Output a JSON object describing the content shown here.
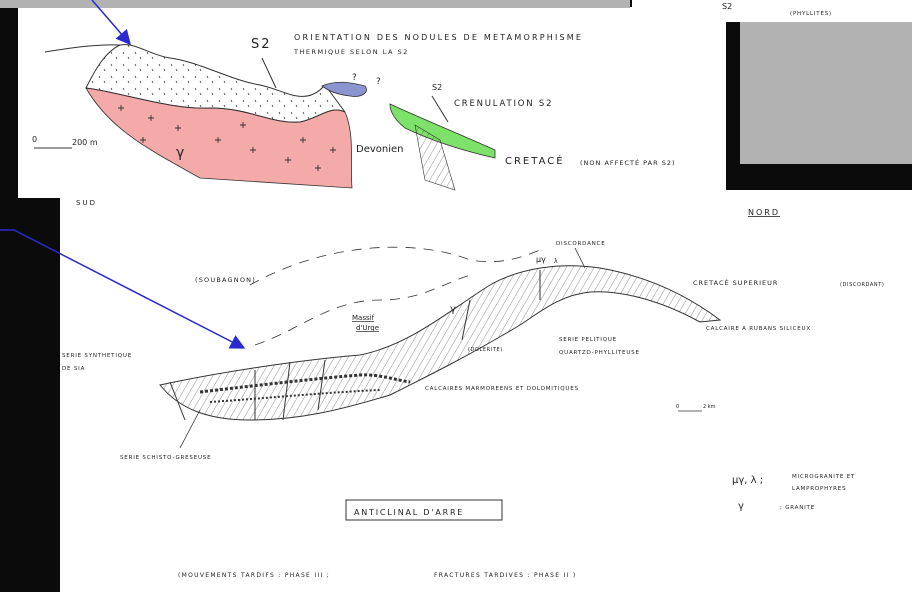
{
  "top_sketch": {
    "s2_label": "S2",
    "orientation_line1": "ORIENTATION DES NODULES DE METAMORPHISME",
    "orientation_line2": "THERMIQUE SELON LA S2",
    "question1": "?",
    "question2": "?",
    "s2_small": "S2",
    "crenulation": "CRENULATION S2",
    "devonien": "Devonien",
    "scale_zero": "0",
    "scale_value": "200 m",
    "gamma": "γ",
    "cretace": "CRETACÉ",
    "cretace_note": "(NON AFFECTÉ PAR S2)",
    "colors": {
      "granite": "#f4aaa8",
      "limestone": "#8a95cf",
      "cretaceous": "#7de26a"
    }
  },
  "top_right_fragment": {
    "s2": "S2",
    "phyllites": "(PHYLLITES)"
  },
  "cross_section": {
    "sud": "SUD",
    "nord": "NORD",
    "discordance": "DISCORDANCE",
    "soubagnon": "(SOUBAGNON)",
    "massif_line1": "Massif",
    "massif_line2": "d'Urge",
    "mu_gamma": "μγ",
    "lambda": "λ",
    "gamma": "γ",
    "cretace_superieur": "CRETACÉ SUPERIEUR",
    "discordant": "(DISCORDANT)",
    "calcaire_rubans": "CALCAIRE A RUBANS SILICEUX",
    "serie_pelitique_1": "SERIE PELITIQUE",
    "serie_pelitique_2": "QUARTZO-PHYLLITEUSE",
    "dolerite": "(DOLERITE)",
    "serie_synthetique_1": "SERIE SYNTHETIQUE",
    "serie_synthetique_2": "DE SIA",
    "calcaires": "CALCAIRES MARMOREENS ET DOLOMITIQUES",
    "schisto": "SERIE SCHISTO-GRESEUSE",
    "scale_zero": "0",
    "scale_value": "2 km",
    "anticlinal": "ANTICLINAL D'ARRE",
    "legend_symbols": "μγ, λ ;",
    "legend_micro_1": "MICROGRANITE ET",
    "legend_micro_2": "LAMPROPHYRES",
    "legend_gamma_symbol": "γ",
    "legend_granite": "; GRANITE",
    "mouvements": "(MOUVEMENTS TARDIFS : PHASE III ;",
    "fractures": "FRACTURES TARDIVES : PHASE II )"
  },
  "annotation_arrow_color": "#2a2ad0"
}
